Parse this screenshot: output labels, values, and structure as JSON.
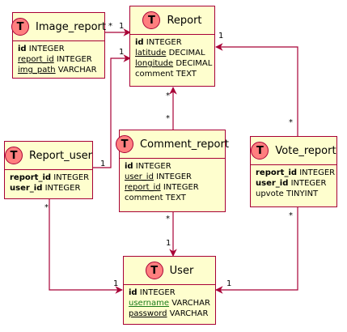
{
  "colors": {
    "entity_fill": "#fefece",
    "entity_border": "#a80036",
    "badge_fill": "#ff7f7f",
    "edge": "#a80036",
    "link_text": "#1a7a1a"
  },
  "badge_letter": "T",
  "entities": {
    "report": {
      "name": "Report",
      "fields": [
        {
          "name": "id",
          "type": "INTEGER",
          "style": "bold"
        },
        {
          "name": "latitude",
          "type": "DECIMAL",
          "style": "underline"
        },
        {
          "name": "longitude",
          "type": "DECIMAL",
          "style": "underline"
        },
        {
          "name": "comment",
          "type": "TEXT",
          "style": "plain"
        }
      ]
    },
    "image_report": {
      "name": "Image_report",
      "fields": [
        {
          "name": "id",
          "type": "INTEGER",
          "style": "bold"
        },
        {
          "name": "report_id",
          "type": "INTEGER",
          "style": "underline"
        },
        {
          "name": "img_path",
          "type": "VARCHAR",
          "style": "underline"
        }
      ]
    },
    "report_user": {
      "name": "Report_user",
      "fields": [
        {
          "name": "report_id",
          "type": "INTEGER",
          "style": "bold"
        },
        {
          "name": "user_id",
          "type": "INTEGER",
          "style": "bold"
        }
      ]
    },
    "comment_report": {
      "name": "Comment_report",
      "fields": [
        {
          "name": "id",
          "type": "INTEGER",
          "style": "bold"
        },
        {
          "name": "user_id",
          "type": "INTEGER",
          "style": "underline"
        },
        {
          "name": "report_id",
          "type": "INTEGER",
          "style": "underline"
        },
        {
          "name": "comment",
          "type": "TEXT",
          "style": "plain"
        }
      ]
    },
    "vote_report": {
      "name": "Vote_report",
      "fields": [
        {
          "name": "report_id",
          "type": "INTEGER",
          "style": "bold"
        },
        {
          "name": "user_id",
          "type": "INTEGER",
          "style": "bold"
        },
        {
          "name": "upvote",
          "type": "TINYINT",
          "style": "plain"
        }
      ]
    },
    "user": {
      "name": "User",
      "fields": [
        {
          "name": "id",
          "type": "INTEGER",
          "style": "bold"
        },
        {
          "name": "username",
          "type": "VARCHAR",
          "style": "green-underline"
        },
        {
          "name": "password",
          "type": "VARCHAR",
          "style": "underline"
        }
      ]
    }
  },
  "relations": [
    {
      "from": "image_report",
      "to": "report",
      "from_mult": "*",
      "to_mult": "1"
    },
    {
      "from": "report_user",
      "to": "report",
      "from_mult": "1",
      "to_mult": "1"
    },
    {
      "from": "comment_report",
      "to": "report",
      "from_mult": "*",
      "to_mult": "*"
    },
    {
      "from": "vote_report",
      "to": "report",
      "from_mult": "*",
      "to_mult": "1"
    },
    {
      "from": "comment_report",
      "to": "user",
      "from_mult": "*",
      "to_mult": "1"
    },
    {
      "from": "report_user",
      "to": "user",
      "from_mult": "*",
      "to_mult": "1"
    },
    {
      "from": "vote_report",
      "to": "user",
      "from_mult": "*",
      "to_mult": "1"
    }
  ]
}
